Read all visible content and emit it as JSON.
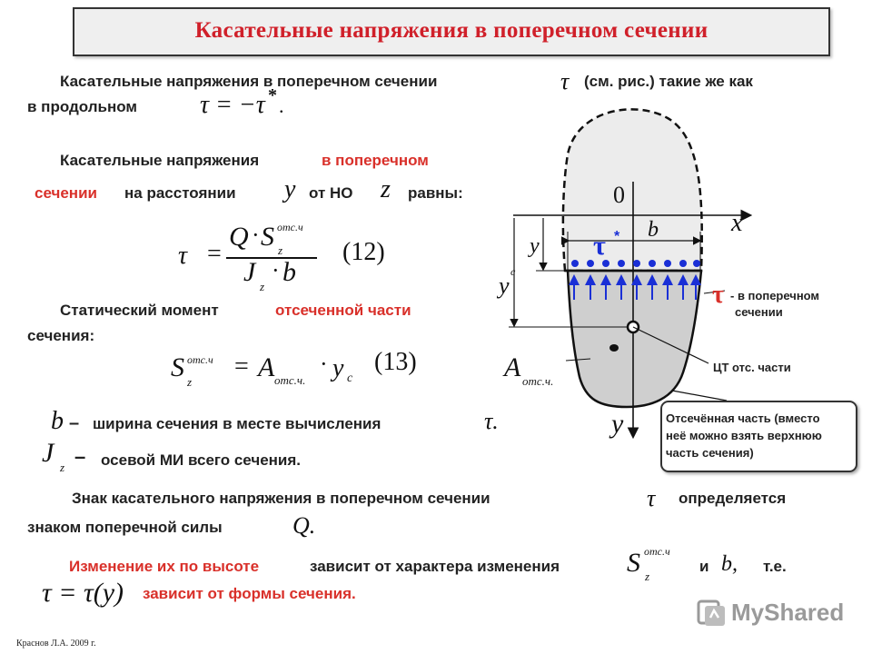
{
  "title": "Касательные напряжения  в  поперечном  сечении",
  "p1": {
    "line1": "Касательные   напряжения   в  поперечном   сечении",
    "tau": "τ",
    "line1b": "(см.  рис.)    такие  же  как",
    "line2a": "в     продольном",
    "eq": "τ = −τ",
    "star": "*",
    "dot": "."
  },
  "p2": {
    "a": "Касательные  напряжения",
    "b_red": "в  поперечном",
    "c_red": "сечении",
    "d": "на   расстоянии",
    "y": "y",
    "e": "от  НО",
    "z": "z",
    "f": "равны:"
  },
  "f12": {
    "tau": "τ",
    "eq": "=",
    "Q": "Q",
    "dot": "·",
    "S": "S",
    "sup": "отс.ч",
    "subz": "z",
    "J": "J",
    "b": "b",
    "num": "(12)"
  },
  "p3": {
    "a": "Статический   момент",
    "b_red": "отсеченной   части",
    "c": "сечения:"
  },
  "f13": {
    "S": "S",
    "sup": "отс.ч",
    "subz": "z",
    "eq": "=",
    "A": "A",
    "asub": "отс.ч.",
    "dot": "·",
    "y": "y",
    "ysub": "c",
    "num": "(13)"
  },
  "defs": {
    "b_sym": "b",
    "b_dash": "–",
    "b_text": "ширина сечения  в  месте  вычисления",
    "b_tau": "τ.",
    "j_sym": "J",
    "j_sub": "z",
    "j_dash": "–",
    "j_text": "осевой  МИ  всего     сечения."
  },
  "p4": {
    "line1": "Знак   касательного    напряжения   в  поперечном   сечении",
    "tau": "τ",
    "line1b": "определяется",
    "line2": "знаком  поперечной  силы",
    "Q": "Q."
  },
  "p5": {
    "red": "Изменение  их  по  высоте",
    "a": "зависит  от  характера  изменения",
    "S": "S",
    "sup": "отс.ч",
    "subz": "z",
    "and": "и",
    "b": "b,",
    "ie": "т.е.",
    "eq": "τ = τ(y)",
    "red2": "зависит  от  формы  сечения."
  },
  "diagram": {
    "zero": "0",
    "x": "x",
    "y": "y",
    "b": "b",
    "yl": "y",
    "yc": "y",
    "yc_sub": "c",
    "tau_star": "τ",
    "tau_star_sup": "*",
    "tau": "τ",
    "tau_label1": "- в поперечном",
    "tau_label2": "сечении",
    "ct_label": "ЦТ  отс. части",
    "a_label": "A",
    "a_sub": "отс.ч.",
    "callout1": "Отсечённая часть (вместо",
    "callout2": "неё можно взять верхнюю",
    "callout3": "часть сечения)",
    "colors": {
      "shape_fill": "#cfcfcf",
      "top_fill": "#ececec",
      "dots": "#1a2fd6",
      "arrows": "#1a2fd6",
      "red": "#d9302a"
    }
  },
  "footer": "Краснов  Л.А.  2009 г.",
  "logo": "MyShared"
}
